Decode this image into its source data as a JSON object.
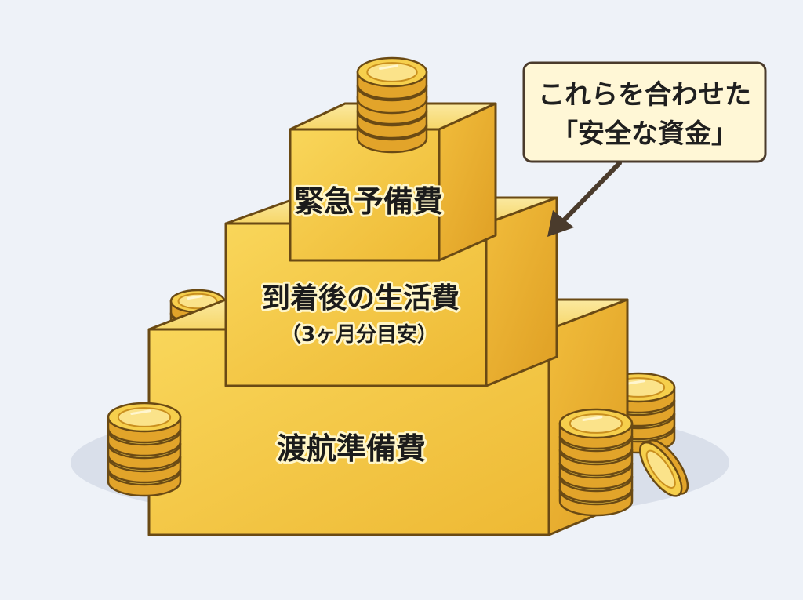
{
  "callout": {
    "line1": "これらを合わせた",
    "line2": "「安全な資金」"
  },
  "tiers": {
    "top": {
      "label": "緊急予備費"
    },
    "middle": {
      "label": "到着後の生活費",
      "sublabel": "（3ヶ月分目安）"
    },
    "bottom": {
      "label": "渡航準備費"
    }
  },
  "icons": {
    "coin": "gold-coin-icon",
    "arrow": "arrow-icon"
  },
  "colors": {
    "background": "#eef2f8",
    "gold_front": "#f3c23c",
    "gold_top": "#f8e07a",
    "gold_side": "#e4a72a",
    "outline": "#6a4a14",
    "callout_bg": "#fff7d6",
    "arrow": "#4a3b2c"
  }
}
